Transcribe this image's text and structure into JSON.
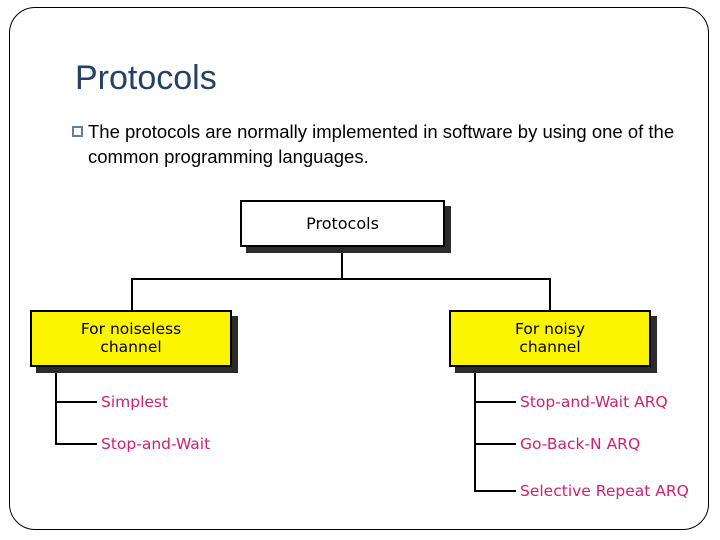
{
  "slide": {
    "title": "Protocols",
    "bullet": {
      "marker": "hollow-square-bullet",
      "text": "The protocols are normally implemented in software by using one of the common programming languages."
    }
  },
  "diagram": {
    "type": "tree",
    "root": {
      "label": "Protocols",
      "fill": "#FFFFFF",
      "text_color": "#000000"
    },
    "branches": [
      {
        "label": "For noiseless channel",
        "label_lines": [
          "For noiseless",
          "channel"
        ],
        "fill": "#FCF500",
        "text_color": "#000000",
        "leaves": [
          "Simplest",
          "Stop-and-Wait"
        ]
      },
      {
        "label": "For noisy channel",
        "label_lines": [
          "For noisy",
          "channel"
        ],
        "fill": "#FCF500",
        "text_color": "#000000",
        "leaves": [
          "Stop-and-Wait ARQ",
          "Go-Back-N ARQ",
          "Selective Repeat ARQ"
        ]
      }
    ],
    "colors": {
      "leaf_text": "#CF2073",
      "connector": "#000000",
      "shadow": "#2B2B2B",
      "node_border": "#000000"
    }
  },
  "theme": {
    "title_color": "#234169",
    "body_text_color": "#000000",
    "bullet_marker_color": "#61809F",
    "background": "#FFFFFF",
    "frame_border": "#000000"
  }
}
